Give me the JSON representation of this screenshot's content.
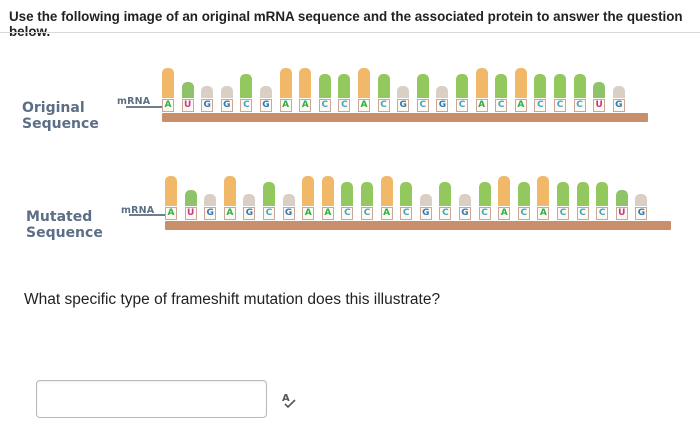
{
  "instruction": "Use the following image of an original mRNA sequence and the associated protein to answer the question below.",
  "figure": {
    "original": {
      "label_line1": "Original",
      "label_line2": "Sequence",
      "tag": "mRNA",
      "bases": [
        "A",
        "U",
        "G",
        "G",
        "C",
        "G",
        "A",
        "A",
        "C",
        "C",
        "A",
        "C",
        "G",
        "C",
        "G",
        "C",
        "A",
        "C",
        "A",
        "C",
        "C",
        "C",
        "U",
        "G"
      ]
    },
    "mutated": {
      "label_line1": "Mutated",
      "label_line2": "Sequence",
      "tag": "mRNA",
      "bases": [
        "A",
        "U",
        "G",
        "A",
        "G",
        "C",
        "G",
        "A",
        "A",
        "C",
        "C",
        "A",
        "C",
        "G",
        "C",
        "G",
        "C",
        "A",
        "C",
        "A",
        "C",
        "C",
        "C",
        "U",
        "G"
      ]
    },
    "base_colors": {
      "A": "#2db04a",
      "U": "#c23a8a",
      "G": "#2c7bb6",
      "C": "#3aa8c9"
    },
    "peg_colors": {
      "A": "#f1b86a",
      "U": "#8fc36a",
      "G": "#d9cfc4",
      "C": "#93c85e"
    },
    "backbone_color": "#c98f6a"
  },
  "question": "What specific type of frameshift mutation does this illustrate?",
  "answer_input": {
    "value": "",
    "placeholder": ""
  },
  "spellcheck_icon": "spellcheck-icon"
}
